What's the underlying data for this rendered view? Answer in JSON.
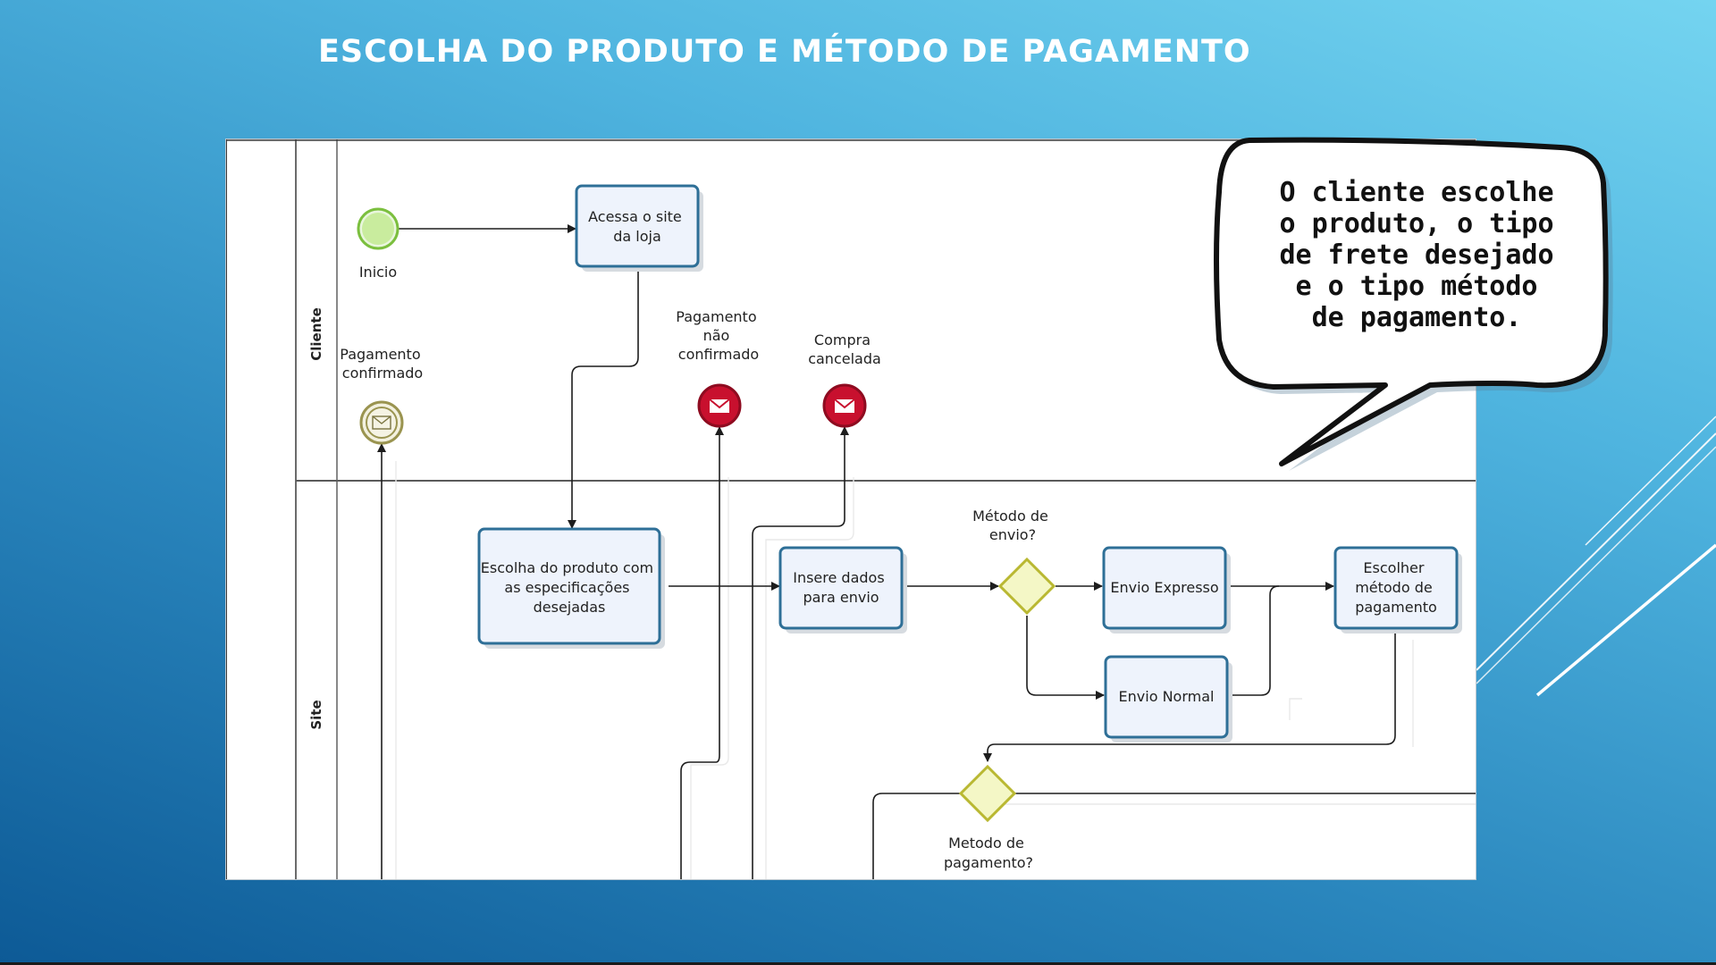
{
  "slide": {
    "title": "ESCOLHA DO PRODUTO E MÉTODO DE PAGAMENTO"
  },
  "callout": {
    "lines": [
      "O cliente escolhe",
      "o produto, o tipo",
      "de frete desejado",
      "e o tipo método",
      "de pagamento."
    ]
  },
  "diagram": {
    "lanes": {
      "client": "Cliente",
      "site": "Site"
    },
    "start_event": "Inicio",
    "events": {
      "payment_confirmed": [
        "Pagamento",
        "confirmado"
      ],
      "payment_not_confirmed": [
        "Pagamento",
        "não",
        "confirmado"
      ],
      "purchase_cancelled": [
        "Compra",
        "cancelada"
      ]
    },
    "tasks": {
      "access_site": [
        "Acessa o site",
        "da loja"
      ],
      "choose_product": [
        "Escolha do produto com",
        "as especificações",
        "desejadas"
      ],
      "insert_data": [
        "Insere dados",
        "para envio"
      ],
      "express_shipping": [
        "Envio Expresso"
      ],
      "normal_shipping": [
        "Envio Normal"
      ],
      "choose_payment": [
        "Escolher",
        "método de",
        "pagamento"
      ]
    },
    "gateways": {
      "shipping_method": [
        "Método de",
        "envio?"
      ],
      "payment_method": [
        "Metodo de",
        "pagamento?"
      ]
    }
  },
  "colors": {
    "background_top": "#74d4f0",
    "background_bottom": "#0d5a96",
    "task_fill": "#eef3fc",
    "task_border": "#2e6f97",
    "start_event": "#a8e07a",
    "end_event": "#c8102e",
    "gateway": "#f4f7c6"
  }
}
